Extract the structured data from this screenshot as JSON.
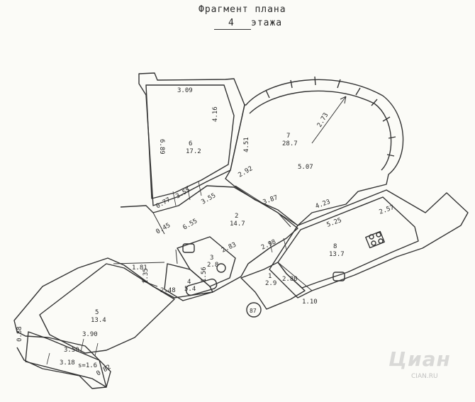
{
  "header": {
    "title": "Фрагмент плана",
    "floor_number": "4",
    "floor_word": "этажа"
  },
  "rooms": [
    {
      "no": "1",
      "area": "2.9"
    },
    {
      "no": "2",
      "area": "14.7"
    },
    {
      "no": "3",
      "area": "2.8"
    },
    {
      "no": "4",
      "area": "5.4"
    },
    {
      "no": "5",
      "area": "13.4"
    },
    {
      "no": "6",
      "area": "17.2"
    },
    {
      "no": "7",
      "area": "28.7"
    },
    {
      "no": "8",
      "area": "13.7"
    }
  ],
  "dimensions": [
    "3.09",
    "4.16",
    "6.89",
    "3.55",
    "0.77",
    "4.51",
    "2.73",
    "5.07",
    "2.92",
    "3.55",
    "3.87",
    "4.23",
    "2.57",
    "5.25",
    "6.55",
    "0.45",
    "2.83",
    "2.98",
    "1.81",
    "2.35",
    "2.48",
    "1.56",
    "2.80",
    "1.10",
    "3.90",
    "0.88",
    "3.50",
    "3.18",
    "0.82",
    "s=1.6"
  ],
  "marker": "87",
  "watermark": {
    "logo": "Циан",
    "url": "CIAN.RU"
  }
}
